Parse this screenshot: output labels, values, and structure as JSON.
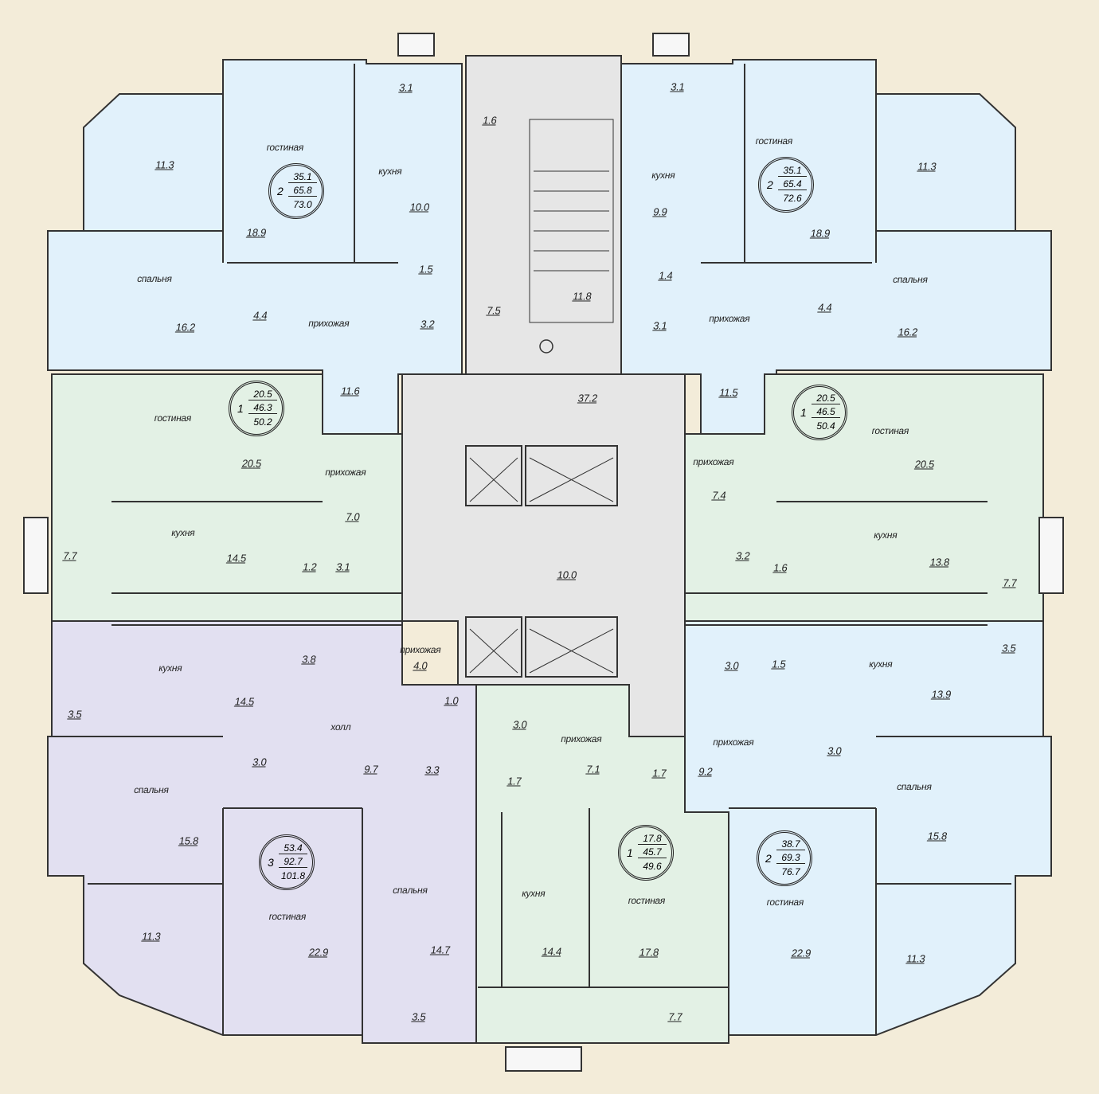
{
  "title": "Floor plan",
  "colors": {
    "background": "#f3ecd9",
    "apt_blue": "#e1f1fb",
    "apt_green": "#e3f1e5",
    "apt_purple": "#e2e0f1",
    "common": "#e6e6e6",
    "wall": "#333333"
  },
  "apartments": [
    {
      "id": "top-left",
      "rooms": "2",
      "living": "35.1",
      "total": "65.8",
      "total_with_balcony": "73.0"
    },
    {
      "id": "top-right",
      "rooms": "2",
      "living": "35.1",
      "total": "65.4",
      "total_with_balcony": "72.6"
    },
    {
      "id": "mid-left",
      "rooms": "1",
      "living": "20.5",
      "total": "46.3",
      "total_with_balcony": "50.2"
    },
    {
      "id": "mid-right",
      "rooms": "1",
      "living": "20.5",
      "total": "46.5",
      "total_with_balcony": "50.4"
    },
    {
      "id": "bottom-left",
      "rooms": "3",
      "living": "53.4",
      "total": "92.7",
      "total_with_balcony": "101.8"
    },
    {
      "id": "bottom-middle",
      "rooms": "1",
      "living": "17.8",
      "total": "45.7",
      "total_with_balcony": "49.6"
    },
    {
      "id": "bottom-right",
      "rooms": "2",
      "living": "38.7",
      "total": "69.3",
      "total_with_balcony": "76.7"
    }
  ],
  "labels": [
    "3.1",
    "гостиная",
    "кухня",
    "10.0",
    "11.3",
    "18.9",
    "спальня",
    "16.2",
    "4.4",
    "прихожая",
    "1.5",
    "3.2",
    "7.5",
    "1.6",
    "11.8",
    "11.6",
    "3.1",
    "кухня",
    "9.9",
    "гостиная",
    "11.3",
    "18.9",
    "спальня",
    "16.2",
    "4.4",
    "прихожая",
    "1.4",
    "3.1",
    "11.5",
    "37.2",
    "гостиная",
    "20.5",
    "прихожая",
    "7.0",
    "кухня",
    "14.5",
    "1.2",
    "3.1",
    "7.7",
    "гостиная",
    "20.5",
    "прихожая",
    "7.4",
    "кухня",
    "13.8",
    "3.2",
    "1.6",
    "7.7",
    "10.0",
    "кухня",
    "14.5",
    "3.5",
    "3.8",
    "прихожая",
    "4.0",
    "1.0",
    "холл",
    "9.7",
    "3.0",
    "3.3",
    "спальня",
    "15.8",
    "11.3",
    "гостиная",
    "22.9",
    "спальня",
    "14.7",
    "3.5",
    "3.0",
    "прихожая",
    "7.1",
    "1.7",
    "1.7",
    "кухня",
    "14.4",
    "гостиная",
    "17.8",
    "7.7",
    "3.5",
    "кухня",
    "13.9",
    "3.0",
    "1.5",
    "прихожая",
    "9.2",
    "3.0",
    "спальня",
    "15.8",
    "гостиная",
    "22.9",
    "11.3"
  ]
}
